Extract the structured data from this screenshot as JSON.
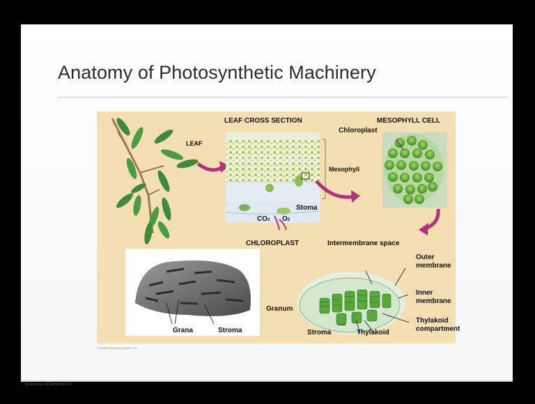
{
  "slide": {
    "title": "Anatomy of Photosynthetic Machinery",
    "footer": "Wednesday 10 September 14",
    "credit": "©Addison Wesley Longman, Inc."
  },
  "figure": {
    "leaf_label": "LEAF",
    "leaf_cross_section_title": "LEAF CROSS SECTION",
    "mesophyll_label": "Mesophyll",
    "stoma_label": "Stoma",
    "co2_label": "CO",
    "co2_sub": "2",
    "o2_label": "O",
    "o2_sub": "2",
    "mesophyll_cell_title": "MESOPHYLL CELL",
    "chloroplast_label": "Chloroplast",
    "chloroplast_title": "CHLOROPLAST",
    "intermembrane_label": "Intermembrane space",
    "outer_membrane_label_1": "Outer",
    "outer_membrane_label_2": "membrane",
    "inner_membrane_label_1": "Inner",
    "inner_membrane_label_2": "membrane",
    "thylakoid_compartment_label_1": "Thylakoid",
    "thylakoid_compartment_label_2": "compartment",
    "granum_label": "Granum",
    "stroma_right_label": "Stroma",
    "thylakoid_label": "Thylakoid",
    "grana_label": "Grana",
    "stroma_left_label": "Stroma"
  },
  "colors": {
    "figure_background": "#f3dfb2",
    "leaf_green": "#3e8a3a",
    "arrow_magenta": "#b0327e",
    "chloroplast_green": "#56a83a"
  }
}
